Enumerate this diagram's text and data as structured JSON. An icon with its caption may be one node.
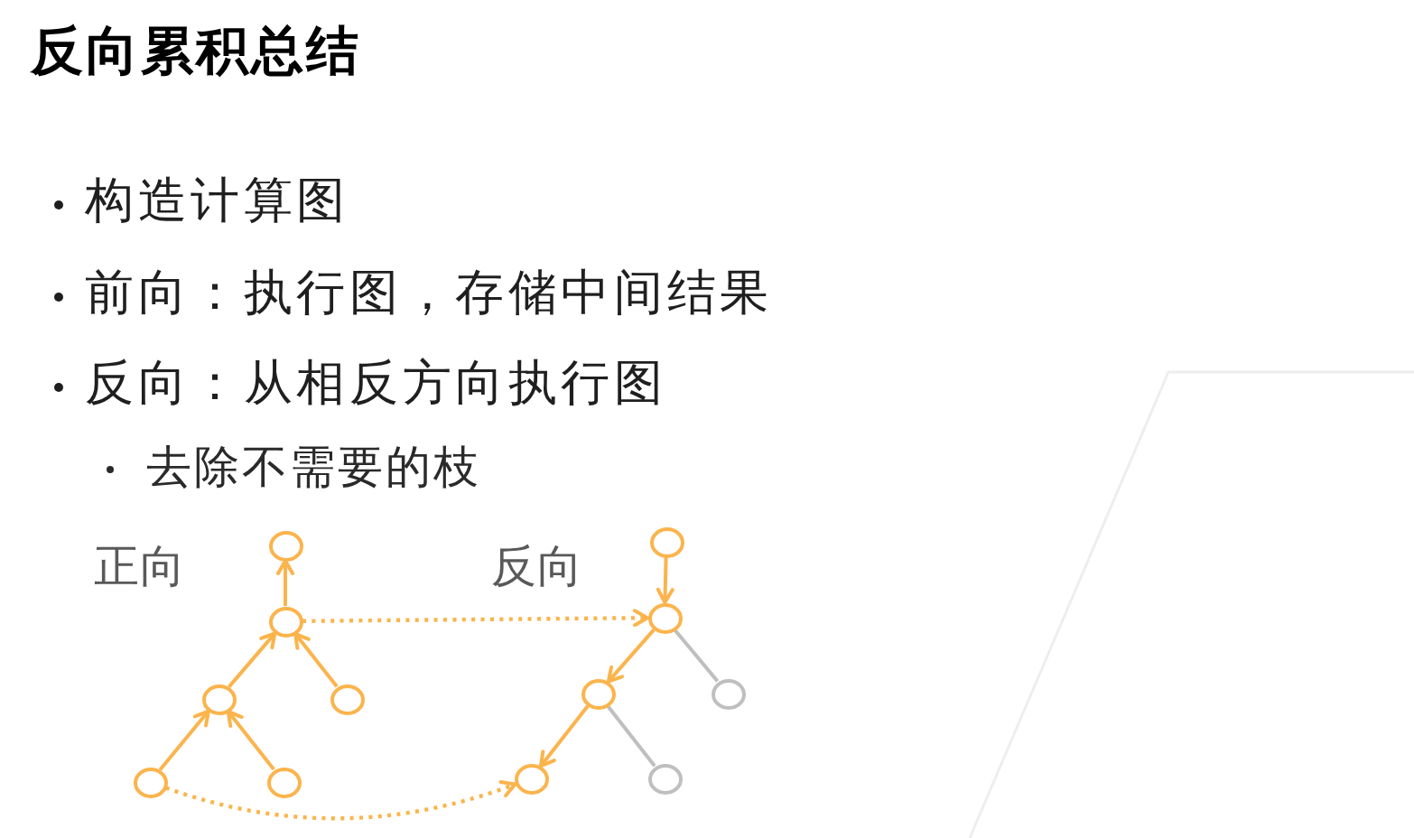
{
  "diagram": {
    "title": "反向累积总结",
    "nodes": [
      {
        "text": [],
        "shape": "circle"
      },
      {
        "text": [],
        "shape": "circle"
      },
      {
        "text": [],
        "shape": "circle"
      },
      {
        "text": [],
        "shape": "circle"
      },
      {
        "text": [],
        "shape": "circle"
      },
      {
        "text": [],
        "shape": "circle"
      },
      {
        "text": [],
        "shape": "circle"
      },
      {
        "text": [],
        "shape": "circle"
      },
      {
        "text": [],
        "shape": "circle"
      },
      {
        "text": [],
        "shape": "circle"
      },
      {
        "text": [],
        "shape": "circle"
      },
      {
        "text": [],
        "shape": "circle"
      }
    ],
    "edges": [
      {
        "from": 4,
        "to": 2,
        "arrow": "to"
      },
      {
        "from": 5,
        "to": 2,
        "arrow": "to"
      },
      {
        "from": 2,
        "to": 1,
        "arrow": "to"
      },
      {
        "from": 3,
        "to": 1,
        "arrow": "to"
      },
      {
        "from": 1,
        "to": 0,
        "arrow": "to"
      },
      {
        "from": 1,
        "to": 7,
        "arrow": "to",
        "style": "dashed"
      },
      {
        "from": 4,
        "to": 10,
        "arrow": "to",
        "style": "dashed"
      },
      {
        "from": 6,
        "to": 7,
        "arrow": "to"
      },
      {
        "from": 7,
        "to": 8,
        "arrow": "to"
      },
      {
        "from": 8,
        "to": 10,
        "arrow": "to"
      },
      {
        "from": 7,
        "to": 9,
        "arrow": "none",
        "color": "#bfbfbf"
      },
      {
        "from": 8,
        "to": 11,
        "arrow": "none",
        "color": "#bfbfbf"
      }
    ],
    "labels": [
      "构造计算图",
      "前向：执行图，存储中间结果",
      "反向：从相反方向执行图",
      "去除不需要的枝",
      "正向",
      "反向"
    ]
  }
}
